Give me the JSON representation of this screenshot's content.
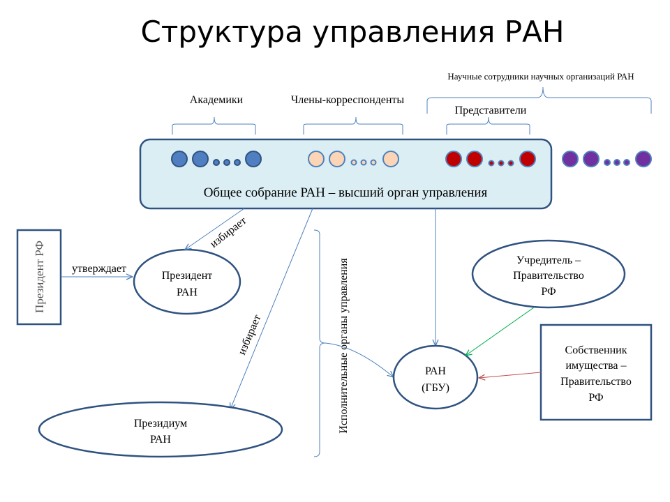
{
  "title": "Структура управления РАН",
  "groups": {
    "academicians": "Академики",
    "corresponding": "Члены-корреспонденты",
    "representatives": "Представители",
    "researchers": "Научные сотрудники научных организаций РАН"
  },
  "assembly": "Общее собрание РАН – высший орган управления",
  "president_rf": "Президент РФ",
  "approves": "утверждает",
  "elects_1": "избирает",
  "elects_2": "избирает",
  "president_ras": {
    "line1": "Президент",
    "line2": "РАН"
  },
  "presidium": {
    "line1": "Президиум",
    "line2": "РАН"
  },
  "executive_bodies": "Исполнительные органы управления",
  "ras_gbu": {
    "line1": "РАН",
    "line2": "(ГБУ)"
  },
  "founder": {
    "line1": "Учредитель –",
    "line2": "Правительство",
    "line3": "РФ"
  },
  "owner": {
    "line1": "Собственник",
    "line2": "имущества –",
    "line3": "Правительство",
    "line4": "РФ"
  },
  "colors": {
    "academicians": "#4f7fc1",
    "corresponding": "#fbd5b5",
    "representatives": "#c00000",
    "researchers": "#7030a0",
    "outline": "#2f5280",
    "assembly_fill": "#dbeef4",
    "bracket": "#4f81bd",
    "arrow_main": "#4f81bd",
    "arrow_founder": "#00b050",
    "arrow_owner": "#c0504d"
  }
}
